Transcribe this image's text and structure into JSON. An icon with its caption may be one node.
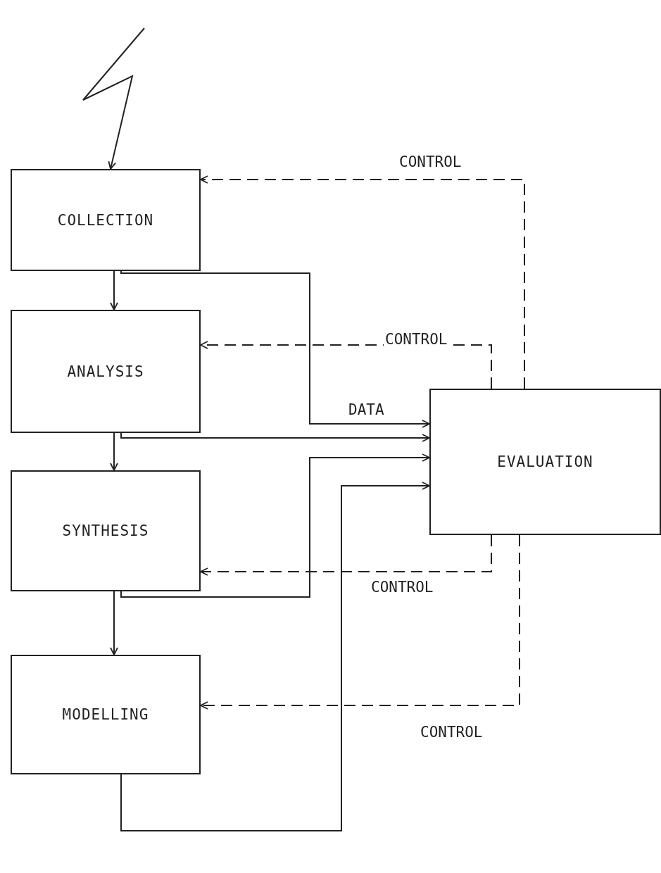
{
  "diagram": {
    "nodes": [
      {
        "text": [
          "COLLECTION"
        ]
      },
      {
        "text": [
          "ANALYSIS"
        ]
      },
      {
        "text": [
          "SYNTHESIS"
        ]
      },
      {
        "text": [
          "MODELLING"
        ]
      },
      {
        "text": [
          "EVALUATION"
        ]
      }
    ],
    "edges": [
      {
        "from": null,
        "to": 0,
        "arrow": "to"
      },
      {
        "from": 0,
        "to": 1,
        "arrow": "to"
      },
      {
        "from": 1,
        "to": 2,
        "arrow": "to"
      },
      {
        "from": 2,
        "to": 3,
        "arrow": "to"
      },
      {
        "from": 4,
        "to": 0,
        "arrow": "to",
        "style": "dashed",
        "label": "CONTROL"
      },
      {
        "from": 4,
        "to": 1,
        "arrow": "to",
        "style": "dashed",
        "label": "CONTROL"
      },
      {
        "from": 0,
        "to": 4,
        "arrow": "to",
        "label": "DATA"
      },
      {
        "from": 1,
        "to": 4,
        "arrow": "to"
      },
      {
        "from": 2,
        "to": 4,
        "arrow": "to"
      },
      {
        "from": 4,
        "to": 2,
        "arrow": "to",
        "style": "dashed",
        "label": "CONTROL"
      },
      {
        "from": 3,
        "to": 4,
        "arrow": "to"
      },
      {
        "from": 4,
        "to": 3,
        "arrow": "to",
        "style": "dashed",
        "label": "CONTROL"
      }
    ]
  }
}
